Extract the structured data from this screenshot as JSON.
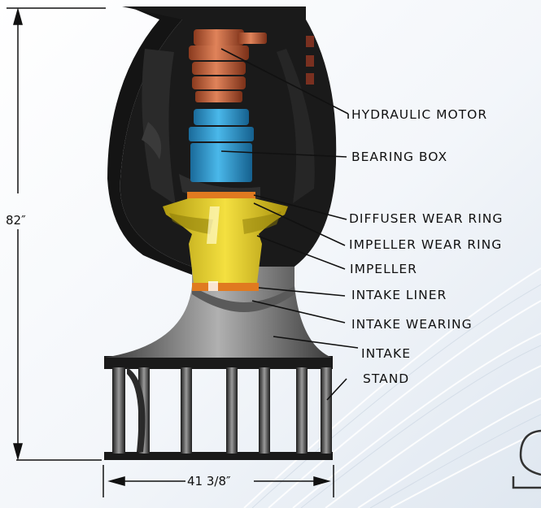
{
  "dimensions": {
    "height": "82″",
    "width": "41 3/8″"
  },
  "labels": {
    "hydraulic_motor": "HYDRAULIC MOTOR",
    "bearing_box": "BEARING BOX",
    "diffuser_wear_ring": "DIFFUSER WEAR RING",
    "impeller_wear_ring": "IMPELLER WEAR RING",
    "impeller": "IMPELLER",
    "intake_liner": "INTAKE LINER",
    "intake_wearing": "INTAKE WEARING",
    "intake": "INTAKE",
    "stand": "STAND"
  },
  "colors": {
    "motor": "#c8623a",
    "bearing_box": "#2a9ad0",
    "impeller": "#e8d020",
    "wear_ring": "#e07a20",
    "casing": "#1a1a1a",
    "intake_metal": "#8a8a8a"
  }
}
